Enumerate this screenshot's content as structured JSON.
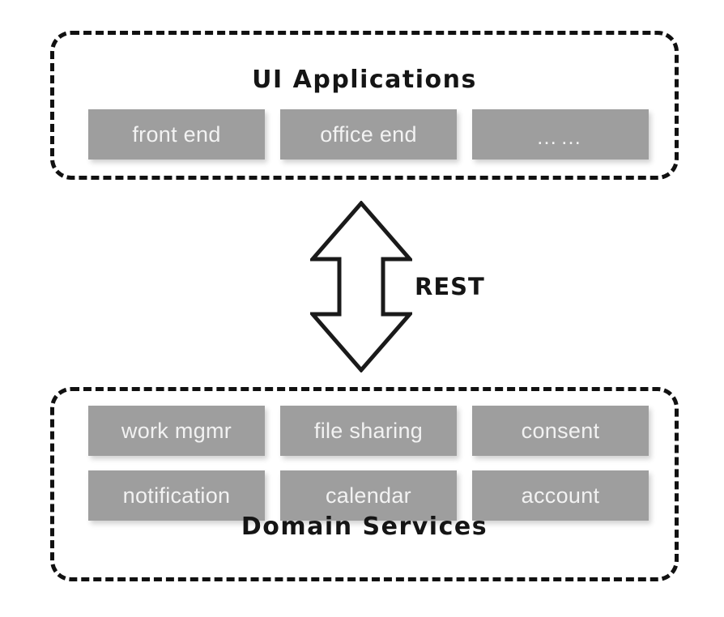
{
  "diagram": {
    "title": "UI Applications and Domain Services layered architecture",
    "background_color": "#ffffff",
    "box_fill_color": "#9e9e9e",
    "box_text_color": "#f2f2f2",
    "outline_color": "#111111"
  },
  "ui_layer": {
    "title": "UI Applications",
    "boxes": [
      {
        "label": "front end"
      },
      {
        "label": "office end"
      },
      {
        "label": "……"
      }
    ]
  },
  "connector": {
    "label": "REST",
    "icon": "double-headed-vertical-arrow-icon",
    "direction": "bidirectional"
  },
  "domain_layer": {
    "title": "Domain Services",
    "row1": [
      {
        "label": "work mgmr"
      },
      {
        "label": "file sharing"
      },
      {
        "label": "consent"
      }
    ],
    "row2": [
      {
        "label": "notification"
      },
      {
        "label": "calendar"
      },
      {
        "label": "account"
      }
    ]
  }
}
